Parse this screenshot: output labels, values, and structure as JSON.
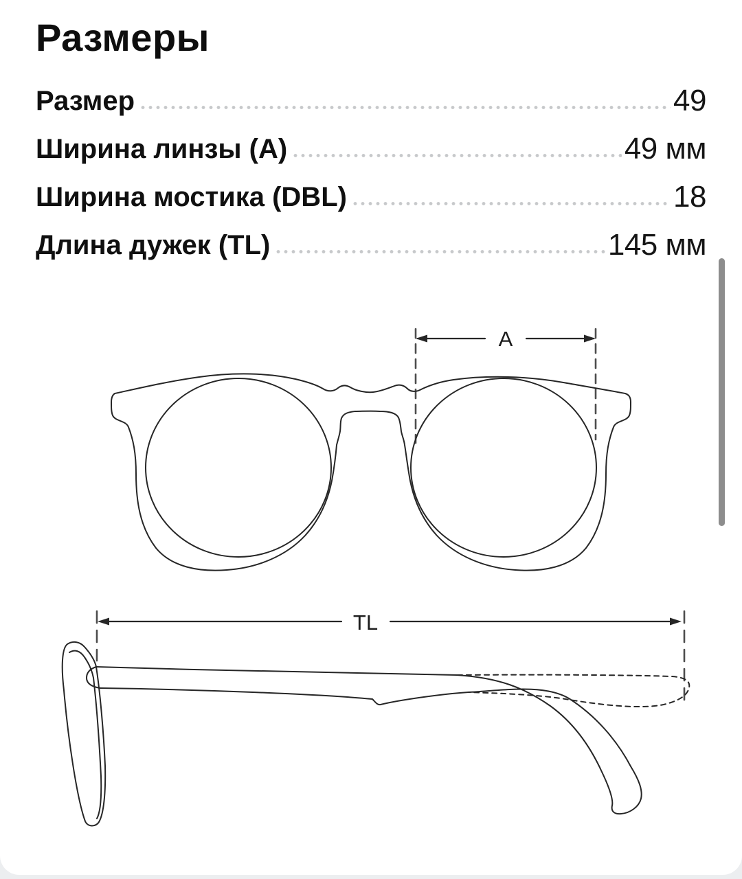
{
  "page": {
    "background": "#eceef0",
    "card_background": "#ffffff",
    "scrollbar_color": "#8d8d8d",
    "drawing_line_color": "#262626",
    "leader_dot_color": "#c7c9cb"
  },
  "header": {
    "title": "Размеры"
  },
  "specs": {
    "rows": [
      {
        "label": "Размер",
        "value": "49"
      },
      {
        "label": "Ширина линзы (A)",
        "value": "49 мм"
      },
      {
        "label": "Ширина мостика (DBL)",
        "value": "18"
      },
      {
        "label": "Длина дужек (TL)",
        "value": "145 мм"
      }
    ]
  },
  "diagram": {
    "lens_width_label": "A",
    "temple_length_label": "TL"
  }
}
